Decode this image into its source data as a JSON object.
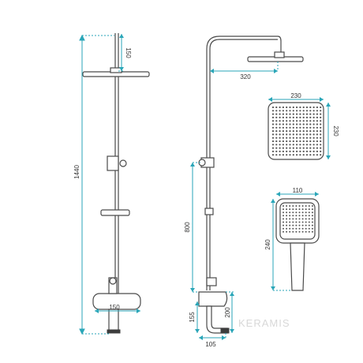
{
  "dimensions": {
    "total_height": "1440",
    "top_gap": "150",
    "shower_arm": "320",
    "head_width": "230",
    "head_depth": "230",
    "hand_width": "110",
    "hand_length": "240",
    "riser_height": "800",
    "mixer_width": "150",
    "spout_height": "155",
    "spout_drop": "200",
    "spout_reach": "105"
  },
  "watermark": "KERAMIS",
  "colors": {
    "dimension": "#2aa6b8",
    "outline": "#4a4a4a",
    "text": "#333333"
  }
}
